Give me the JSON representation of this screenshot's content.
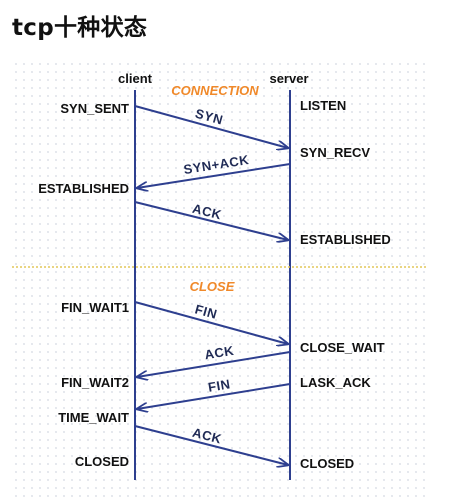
{
  "title": "tcp十种状态",
  "headers": {
    "client": "client",
    "server": "server"
  },
  "sections": {
    "connection": "CONNECTION",
    "close": "CLOSE"
  },
  "client_states": {
    "syn_sent": "SYN_SENT",
    "established": "ESTABLISHED",
    "fin_wait1": "FIN_WAIT1",
    "fin_wait2": "FIN_WAIT2",
    "time_wait": "TIME_WAIT",
    "closed": "CLOSED"
  },
  "server_states": {
    "listen": "LISTEN",
    "syn_recv": "SYN_RECV",
    "established": "ESTABLISHED",
    "close_wait": "CLOSE_WAIT",
    "lask_ack": "LASK_ACK",
    "closed": "CLOSED"
  },
  "messages": {
    "syn": "SYN",
    "syn_ack": "SYN+ACK",
    "ack1": "ACK",
    "fin1": "FIN",
    "ack2": "ACK",
    "fin2": "FIN",
    "ack3": "ACK"
  },
  "colors": {
    "lifeline": "#2e3f8f",
    "arrow": "#2e3f8f",
    "section_label": "#f0892a",
    "divider": "#e2c75a"
  }
}
